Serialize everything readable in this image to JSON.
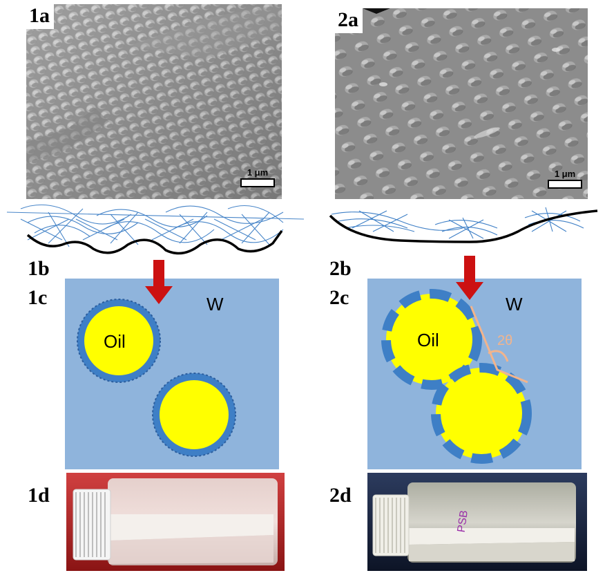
{
  "panels": {
    "p1a": "1a",
    "p1b": "1b",
    "p1c": "1c",
    "p1d": "1d",
    "p2a": "2a",
    "p2b": "2b",
    "p2c": "2c",
    "p2d": "2d"
  },
  "scale_bar": "1 μm",
  "labels": {
    "oil": "Oil",
    "water": "W",
    "angle": "2θ",
    "vial_text": "PSB"
  },
  "colors": {
    "water_bg": "#8fb4dc",
    "oil": "#ffff00",
    "fiber": "#3e7fc6",
    "arrow": "#cc1111",
    "angle_line": "#f2b48c",
    "vial1_bg": "#b02222",
    "vial2_bg": "#1a2540"
  }
}
